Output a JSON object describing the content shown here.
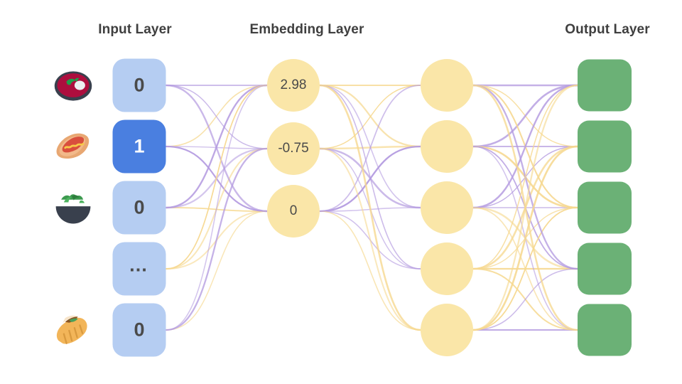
{
  "diagram": {
    "title_input": "Input Layer",
    "title_embedding": "Embedding Layer",
    "title_output": "Output Layer",
    "background": "#ffffff",
    "colors": {
      "input_off": "#b5cdf2",
      "input_on": "#4a7fe0",
      "embedding": "#fae6a8",
      "hidden": "#fae6a8",
      "output": "#6bb176",
      "edge_purple": "#b49be0",
      "edge_yellow": "#f6d88f",
      "title_text": "#3f3f3f",
      "value_text": "#4a4a4a"
    }
  },
  "input_layer": {
    "label": "Input Layer",
    "items": [
      {
        "icon": "stew-bowl-icon",
        "value": "0",
        "active": false
      },
      {
        "icon": "hot-dog-icon",
        "value": "1",
        "active": true
      },
      {
        "icon": "green-salad-icon",
        "value": "0",
        "active": false
      },
      {
        "icon": "",
        "value": "…",
        "active": false
      },
      {
        "icon": "burrito-icon",
        "value": "0",
        "active": false
      }
    ]
  },
  "embedding_layer": {
    "label": "Embedding Layer",
    "nodes": [
      {
        "value": "2.98"
      },
      {
        "value": "-0.75"
      },
      {
        "value": "0"
      }
    ]
  },
  "hidden_layer": {
    "label": "",
    "nodes": [
      {
        "value": ""
      },
      {
        "value": ""
      },
      {
        "value": ""
      },
      {
        "value": ""
      },
      {
        "value": ""
      }
    ]
  },
  "output_layer": {
    "label": "Output Layer",
    "nodes": [
      {
        "value": ""
      },
      {
        "value": ""
      },
      {
        "value": ""
      },
      {
        "value": ""
      },
      {
        "value": ""
      }
    ]
  }
}
